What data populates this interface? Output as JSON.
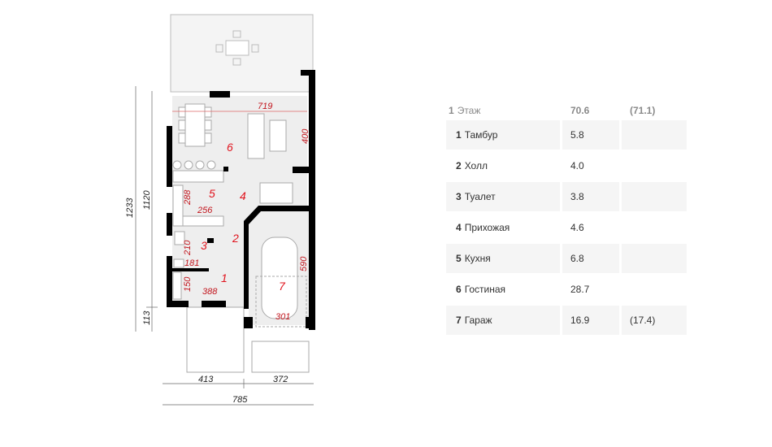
{
  "plan": {
    "rooms": [
      "1",
      "2",
      "3",
      "4",
      "5",
      "6",
      "7"
    ],
    "dims": {
      "d719": "719",
      "d400": "400",
      "d288": "288",
      "d256": "256",
      "d210": "210",
      "d181": "181",
      "d150": "150",
      "d388": "388",
      "d590": "590",
      "d301": "301"
    },
    "ext": {
      "total_v": "1233",
      "house_v": "1120",
      "porch_v": "113",
      "left_w": "413",
      "right_w": "372",
      "total_w": "785"
    }
  },
  "table": {
    "header": {
      "label_num": "1",
      "label": "Этаж",
      "area": "70.6",
      "area_alt": "(71.1)"
    },
    "rows": [
      {
        "num": "1",
        "name": "Тамбур",
        "area": "5.8",
        "alt": ""
      },
      {
        "num": "2",
        "name": "Холл",
        "area": "4.0",
        "alt": ""
      },
      {
        "num": "3",
        "name": "Туалет",
        "area": "3.8",
        "alt": ""
      },
      {
        "num": "4",
        "name": "Прихожая",
        "area": "4.6",
        "alt": ""
      },
      {
        "num": "5",
        "name": "Кухня",
        "area": "6.8",
        "alt": ""
      },
      {
        "num": "6",
        "name": "Гостиная",
        "area": "28.7",
        "alt": ""
      },
      {
        "num": "7",
        "name": "Гараж",
        "area": "16.9",
        "alt": "(17.4)"
      }
    ]
  }
}
